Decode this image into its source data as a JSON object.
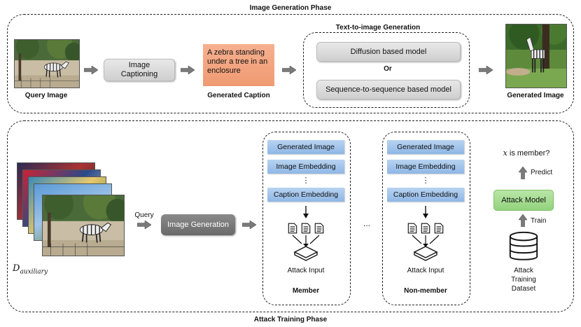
{
  "top_phase": {
    "title": "Image Generation Phase",
    "query_image_label": "Query Image",
    "image_captioning": "Image Captioning",
    "caption_text": "A zebra standing under a tree in an enclosure",
    "generated_caption_label": "Generated Caption",
    "t2i": {
      "title": "Text-to-image Generation",
      "diffusion": "Diffusion based model",
      "or": "Or",
      "seq2seq": "Sequence-to-sequence based model"
    },
    "generated_image_label": "Generated Image"
  },
  "bottom_phase": {
    "title": "Attack Training Phase",
    "d_aux": "auxiliary",
    "query_label": "Query",
    "image_generation": "Image Generation",
    "member": {
      "generated_image": "Generated Image",
      "image_embedding": "Image Embedding",
      "dots": "⋮",
      "caption_embedding": "Caption Embedding",
      "attack_input": "Attack Input",
      "label": "Member"
    },
    "ellipsis": "...",
    "nonmember": {
      "generated_image": "Generated Image",
      "image_embedding": "Image Embedding",
      "dots": "⋮",
      "caption_embedding": "Caption Embedding",
      "attack_input": "Attack Input",
      "label": "Non-member"
    },
    "x_is_member": "is member?",
    "predict_label": "Predict",
    "attack_model": "Attack Model",
    "train_label": "Train",
    "attack_dataset": "Attack Training Dataset"
  },
  "colors": {
    "orange": "#f4a582",
    "blue": "#9dc3ea",
    "green": "#a6dc93",
    "gray": "#d5d5d5",
    "dark_gray": "#777777"
  }
}
